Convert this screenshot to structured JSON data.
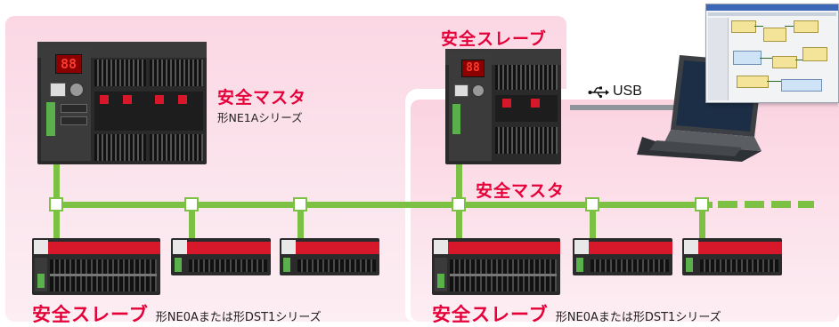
{
  "labels": {
    "master_left_title": "安全マスタ",
    "master_left_series": "形NE1Aシリーズ",
    "slave_top_title": "安全スレーブ",
    "master_right_title": "安全マスタ",
    "usb_label": "USB",
    "usb_icon": "usb-icon",
    "slave_bottom_left_title": "安全スレーブ",
    "slave_bottom_left_series": "形NE0Aまたは形DST1シリーズ",
    "slave_bottom_right_title": "安全スレーブ",
    "slave_bottom_right_series": "形NE0Aまたは形DST1シリーズ"
  },
  "display": {
    "left_seg": "88",
    "right_seg": "88"
  },
  "colors": {
    "accent_red": "#e60039",
    "network_green": "#7dc144",
    "zone_pink": "#fbd7e4"
  }
}
